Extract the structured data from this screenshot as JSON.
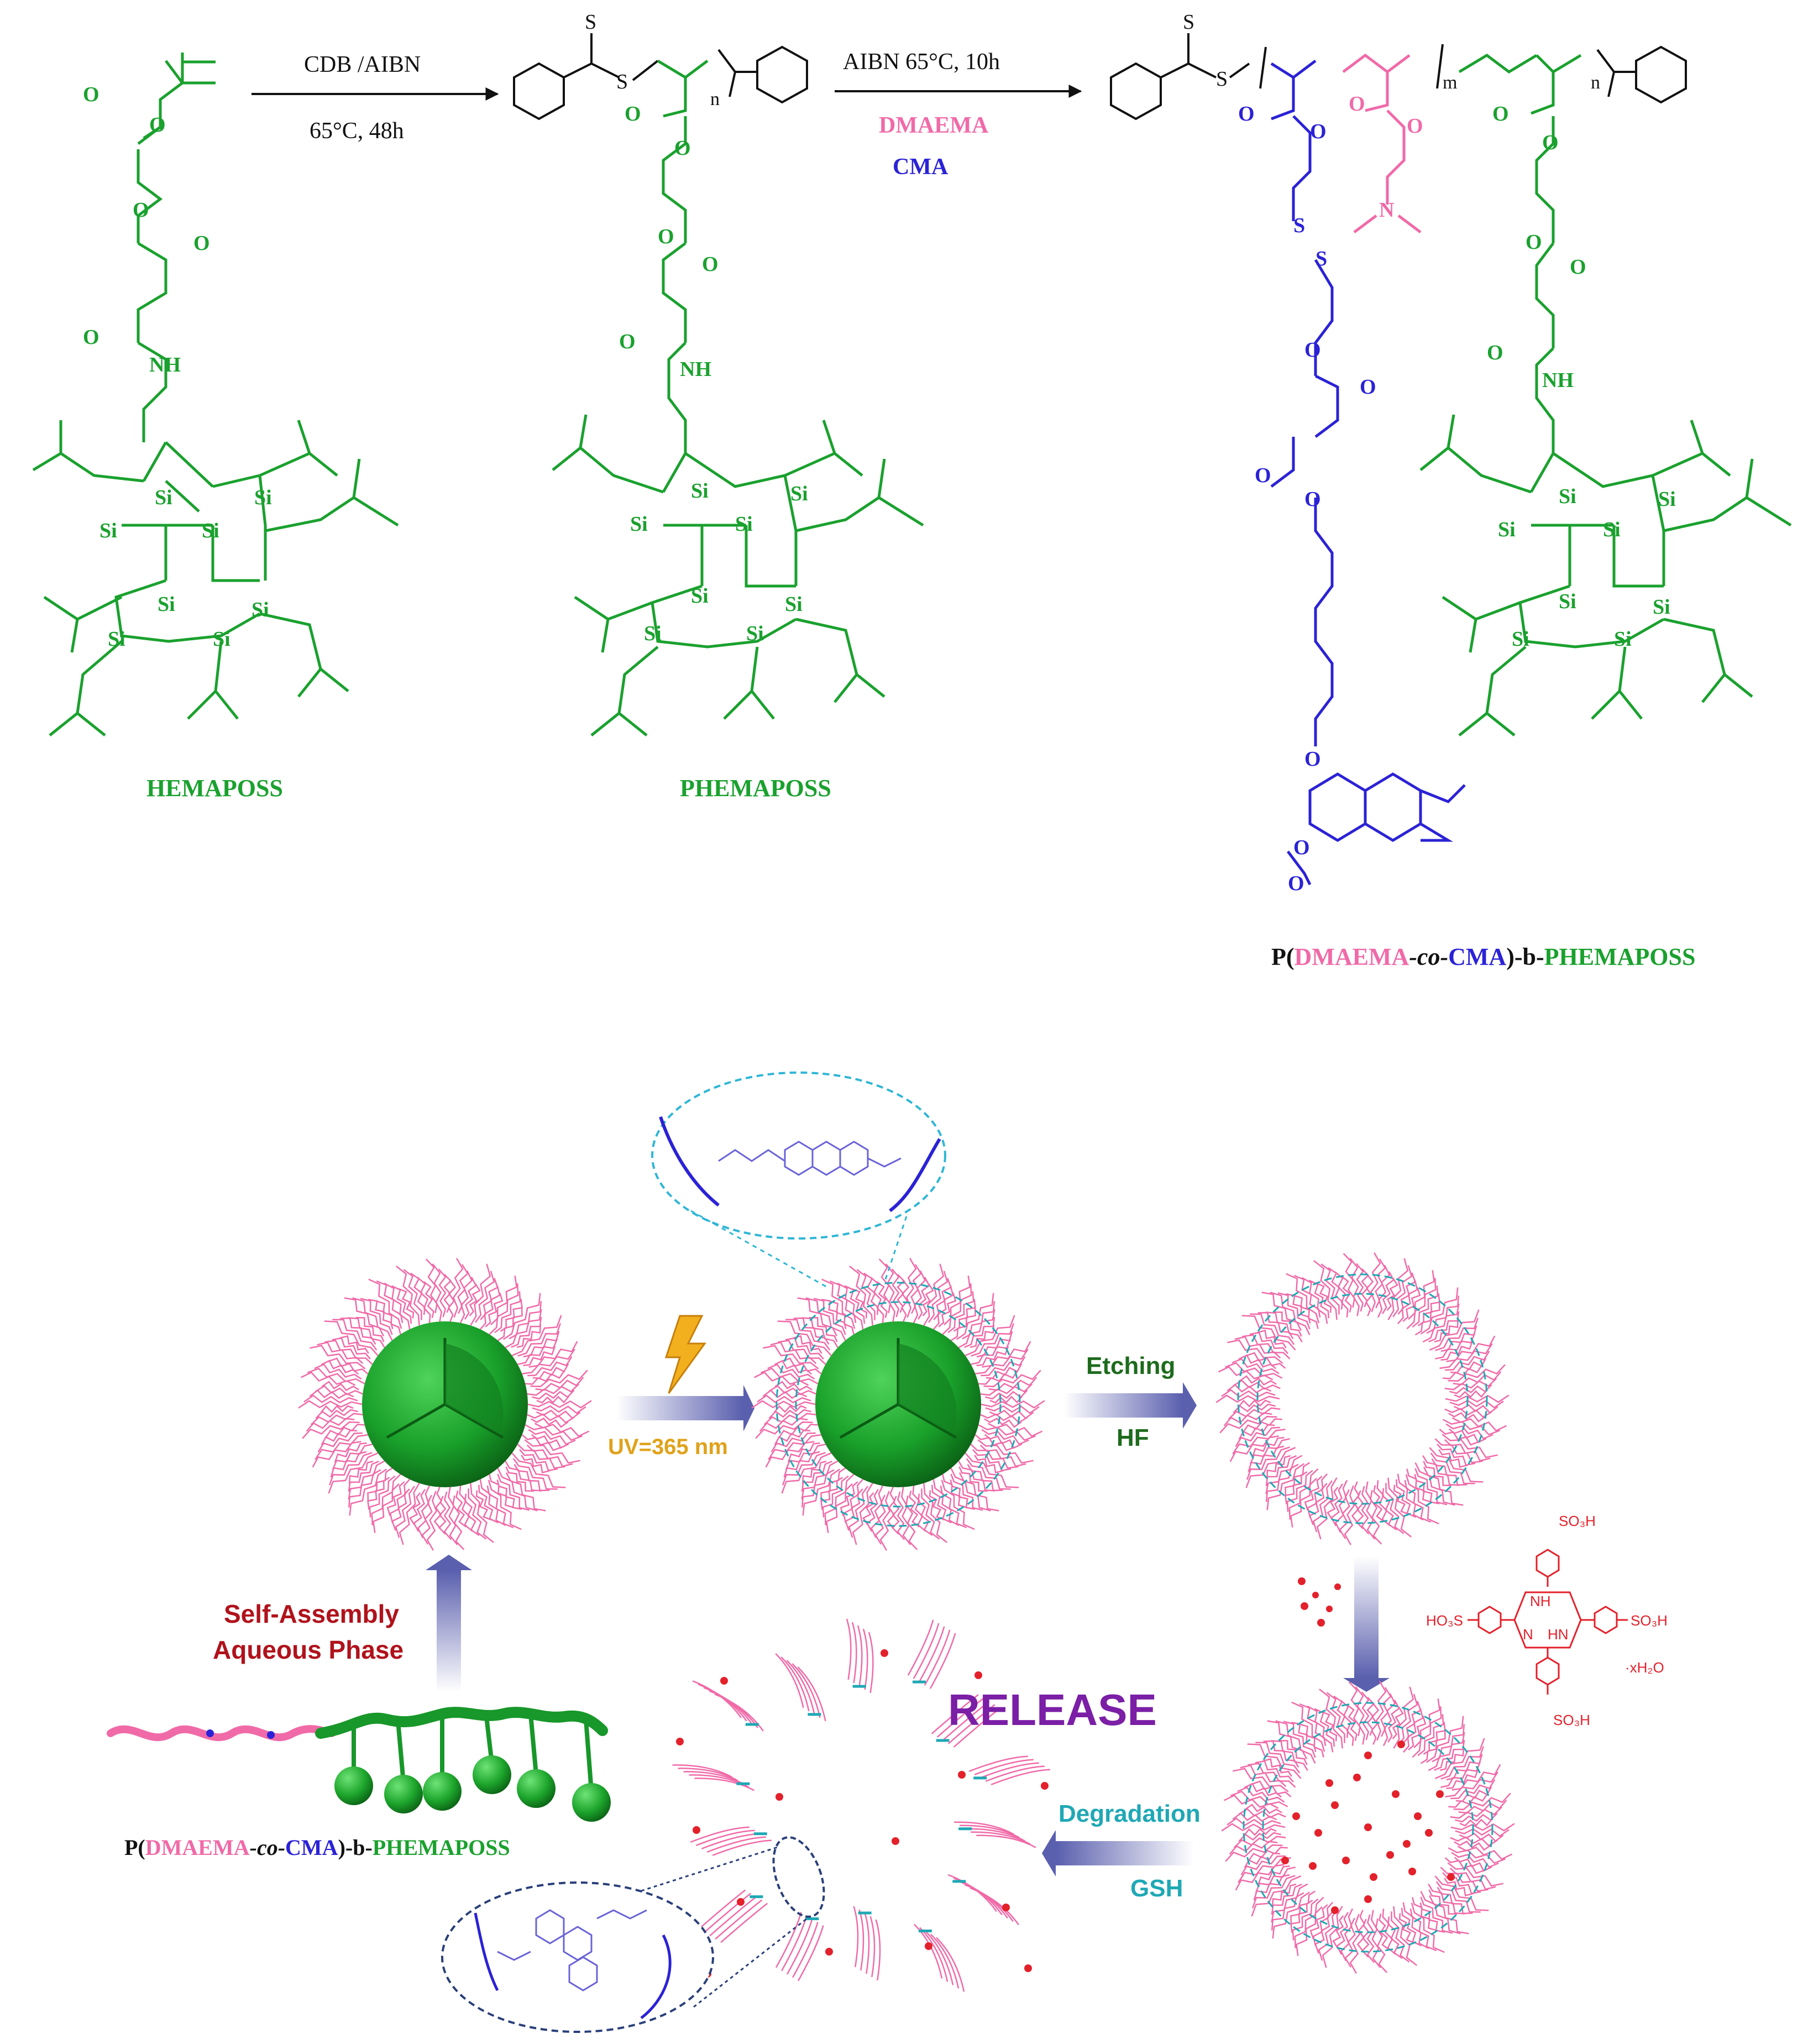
{
  "colors": {
    "green": "#1aa12e",
    "pink": "#f06aa8",
    "blue": "#2b22d6",
    "black": "#111111",
    "dark_green": "#1d6b1d",
    "dark_red": "#b0121b",
    "teal": "#1fa8b5",
    "purple": "#7a1fa6",
    "orange": "#e0a21a",
    "red_dots": "#e3212b"
  },
  "scheme": {
    "step1": {
      "top": "CDB /AIBN",
      "bottom": "65°C, 48h"
    },
    "step2": {
      "top": "AIBN   65°C, 10h",
      "monomer1": "DMAEMA",
      "monomer2": "CMA"
    },
    "hemaposs_label": "HEMAPOSS",
    "phemaposs_label": "PHEMAPOSS",
    "product_label": {
      "p_open": "P(",
      "dmaema": "DMAEMA",
      "co": "-co-",
      "cma": "CMA",
      "close_b": ")-b-",
      "phemaposs": "PHEMAPOSS"
    },
    "atoms": {
      "s": "S",
      "o": "O",
      "nh": "NH",
      "n": "N",
      "si": "Si",
      "sub_n": "n",
      "sub_m": "m"
    }
  },
  "process": {
    "uv": "UV=365 nm",
    "etching": "Etching",
    "hf": "HF",
    "self_assembly": "Self-Assembly",
    "aqueous": "Aqueous Phase",
    "release": "RELEASE",
    "degradation": "Degradation",
    "gsh": "GSH",
    "polymer_label": {
      "p_open": "P(",
      "dmaema": "DMAEMA",
      "co": "-co-",
      "cma": "CMA",
      "close_b": ")-b-",
      "phemaposs": "PHEMAPOSS"
    },
    "tpps": {
      "so3h": "SO₃H",
      "ho3s": "HO₃S",
      "nh": "NH",
      "n": "N",
      "hn": "HN",
      "water": "·xH₂O"
    }
  }
}
